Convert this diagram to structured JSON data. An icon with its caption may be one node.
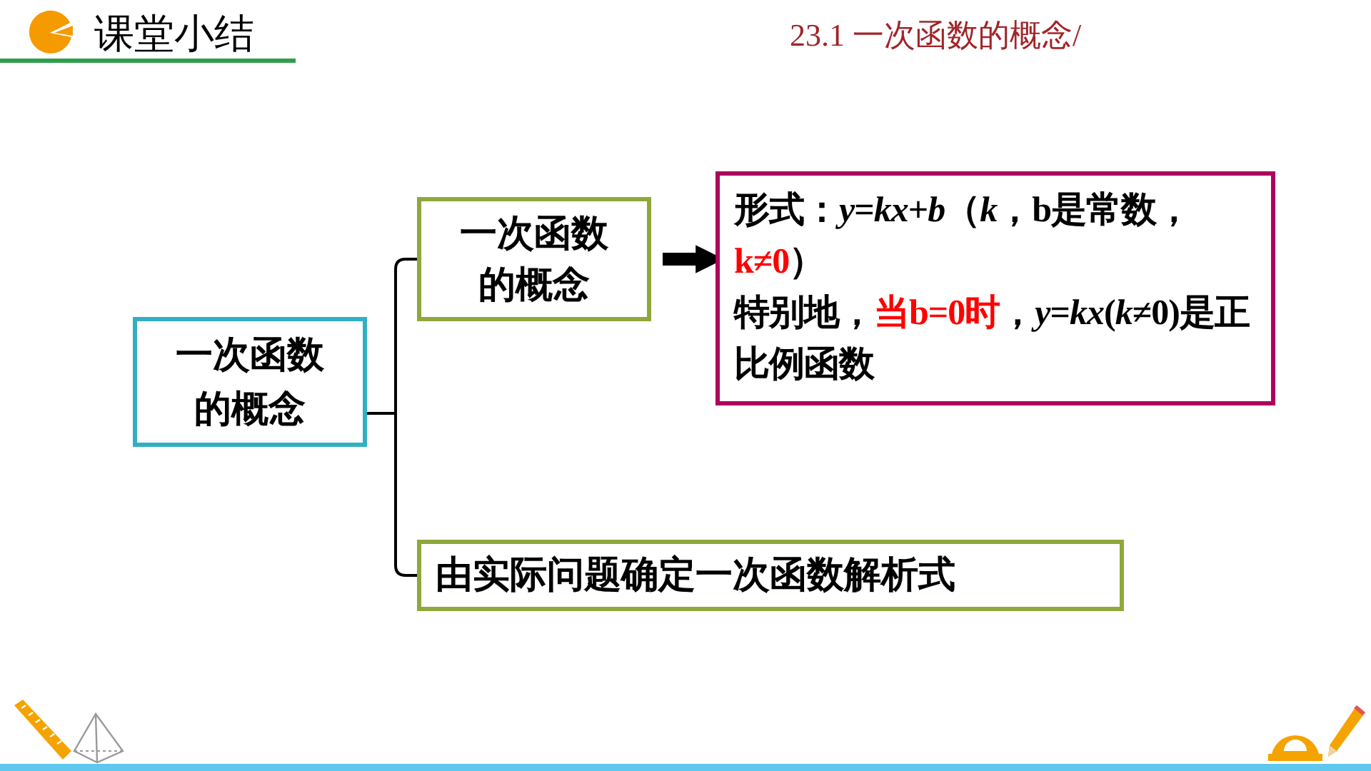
{
  "diagram": {
    "title": "课堂小结",
    "nodes": [
      {
        "text": [
          "一次函数的概念"
        ]
      },
      {
        "text": [
          "一次函数的概念"
        ]
      },
      {
        "text": [
          "形式：*y*=*kx*+*b*（*k*，b是常数，**k≠0**）",
          "特别地，**当b=0时**，*y*=*kx*(*k*≠0)是正比例函数"
        ]
      },
      {
        "text": [
          "由实际问题确定一次函数解析式"
        ]
      }
    ],
    "edges": [
      {
        "from": 0,
        "to": 1,
        "arrow": "none"
      },
      {
        "from": 0,
        "to": 3,
        "arrow": "none"
      },
      {
        "from": 1,
        "to": 2,
        "arrow": "to",
        "style": "thick"
      }
    ],
    "labels": [
      "23.1 一次函数的概念/"
    ]
  }
}
